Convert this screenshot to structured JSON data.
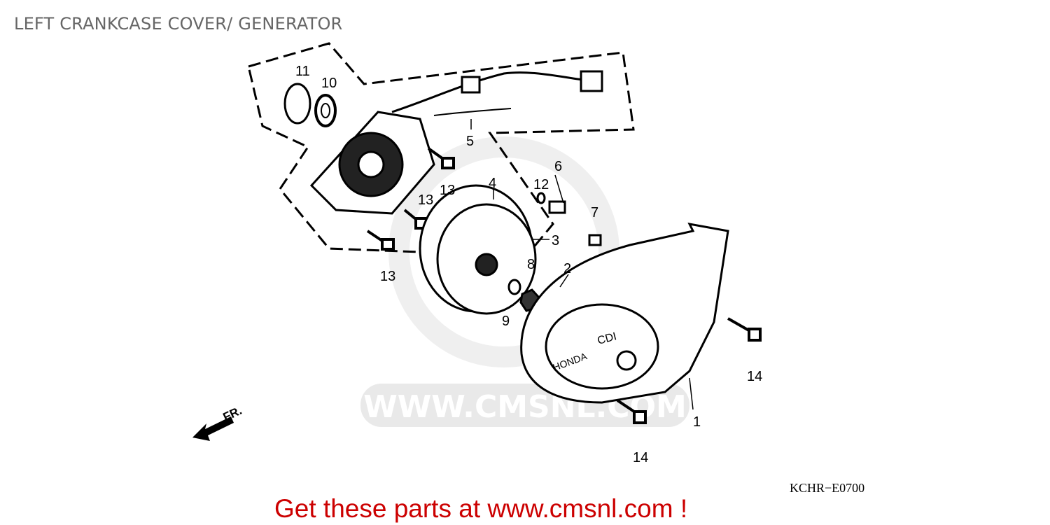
{
  "title": "LEFT CRANKCASE COVER/ GENERATOR",
  "diagram_code": "KCHR−E0700",
  "promo_text": "Get these parts at www.cmsnl.com !",
  "watermark": "WWW.CMSNL.COM",
  "front_indicator": "FR.",
  "cover_markings": {
    "cdi": "CDI",
    "brand": "HONDA"
  },
  "callouts": [
    "11",
    "10",
    "5",
    "6",
    "12",
    "4",
    "13",
    "13",
    "7",
    "3",
    "8",
    "2",
    "13",
    "9",
    "14",
    "1",
    "14"
  ],
  "colors": {
    "promo": "#cc0000",
    "title": "#666666",
    "watermark": "#e6e6e6"
  }
}
